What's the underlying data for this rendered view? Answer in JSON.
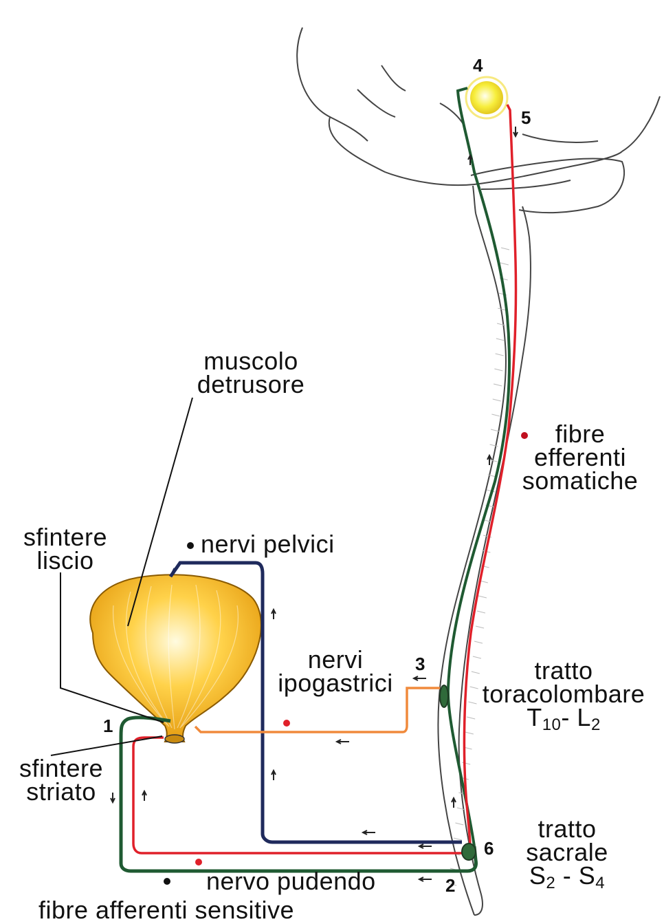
{
  "labels": {
    "muscolo_detrusore": [
      "muscolo",
      "detrusore"
    ],
    "sfintere_liscio": [
      "sfintere",
      "liscio"
    ],
    "nervi_pelvici": "nervi pelvici",
    "nervi_ipogastrici": [
      "nervi",
      "ipogastrici"
    ],
    "sfintere_striato": [
      "sfintere",
      "striato"
    ],
    "fibre_efferenti_somatiche": [
      "fibre",
      "efferenti",
      "somatiche"
    ],
    "tratto_toracolombare": [
      "tratto",
      "toracolombare"
    ],
    "toracolombare_range": {
      "a": "T",
      "a_sub": "10",
      "sep": "- ",
      "b": "L",
      "b_sub": "2"
    },
    "tratto_sacrale": [
      "tratto",
      "sacrale"
    ],
    "sacrale_range": {
      "a": "S",
      "a_sub": "2",
      "sep": " - ",
      "b": "S",
      "b_sub": "4"
    },
    "nervo_pudendo": "nervo pudendo",
    "fibre_afferenti_sensitive": "fibre afferenti sensitive"
  },
  "numbers": {
    "n1": "1",
    "n2": "2",
    "n3": "3",
    "n4": "4",
    "n5": "5",
    "n6": "6"
  },
  "colors": {
    "pelvic": "#1f2a5c",
    "afferent": "#1f5a32",
    "efferent_somatic": "#e0202a",
    "hypogastric": "#f08a3c",
    "bladder": "#f3b21a",
    "brain_center": "#f7e93a",
    "outline": "#333333"
  }
}
